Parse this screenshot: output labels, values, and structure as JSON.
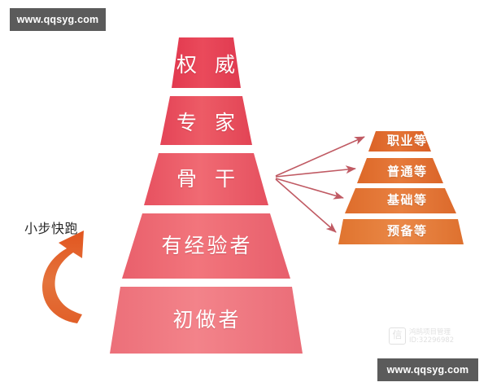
{
  "watermarks": {
    "top_label": "www.qqsyg.com",
    "bottom_label": "www.qqsyg.com",
    "id_logo_glyph": "信",
    "id_line1": "鸿鹄项目管理",
    "id_line2": "ID:32296982"
  },
  "left_caption": "小步快跑",
  "colors": {
    "red_top": "#e8384f",
    "red_bottom": "#ef7b80",
    "orange_top": "#e06a2a",
    "orange_bottom": "#e9854a",
    "arrow": "#c05a63",
    "curve_arrow": "#e3622c",
    "watermark_chip": "#5b5b5b",
    "divider": "#ffffff"
  },
  "red_pyramid": {
    "name": "career-level-pyramid",
    "tiers": [
      {
        "id": "authority",
        "label": "权 威"
      },
      {
        "id": "expert",
        "label": "专 家"
      },
      {
        "id": "backbone",
        "label": "骨 干"
      },
      {
        "id": "experienced",
        "label": "有经验者"
      },
      {
        "id": "beginner",
        "label": "初做者"
      }
    ]
  },
  "orange_pyramid": {
    "name": "certification-grade-pyramid",
    "tiers": [
      {
        "id": "professional",
        "label": "职业等"
      },
      {
        "id": "ordinary",
        "label": "普通等"
      },
      {
        "id": "foundation",
        "label": "基础等"
      },
      {
        "id": "preparatory",
        "label": "预备等"
      }
    ]
  },
  "connectors": {
    "count": 4,
    "description": "四条箭头由骨干层指向右侧四个等级"
  }
}
